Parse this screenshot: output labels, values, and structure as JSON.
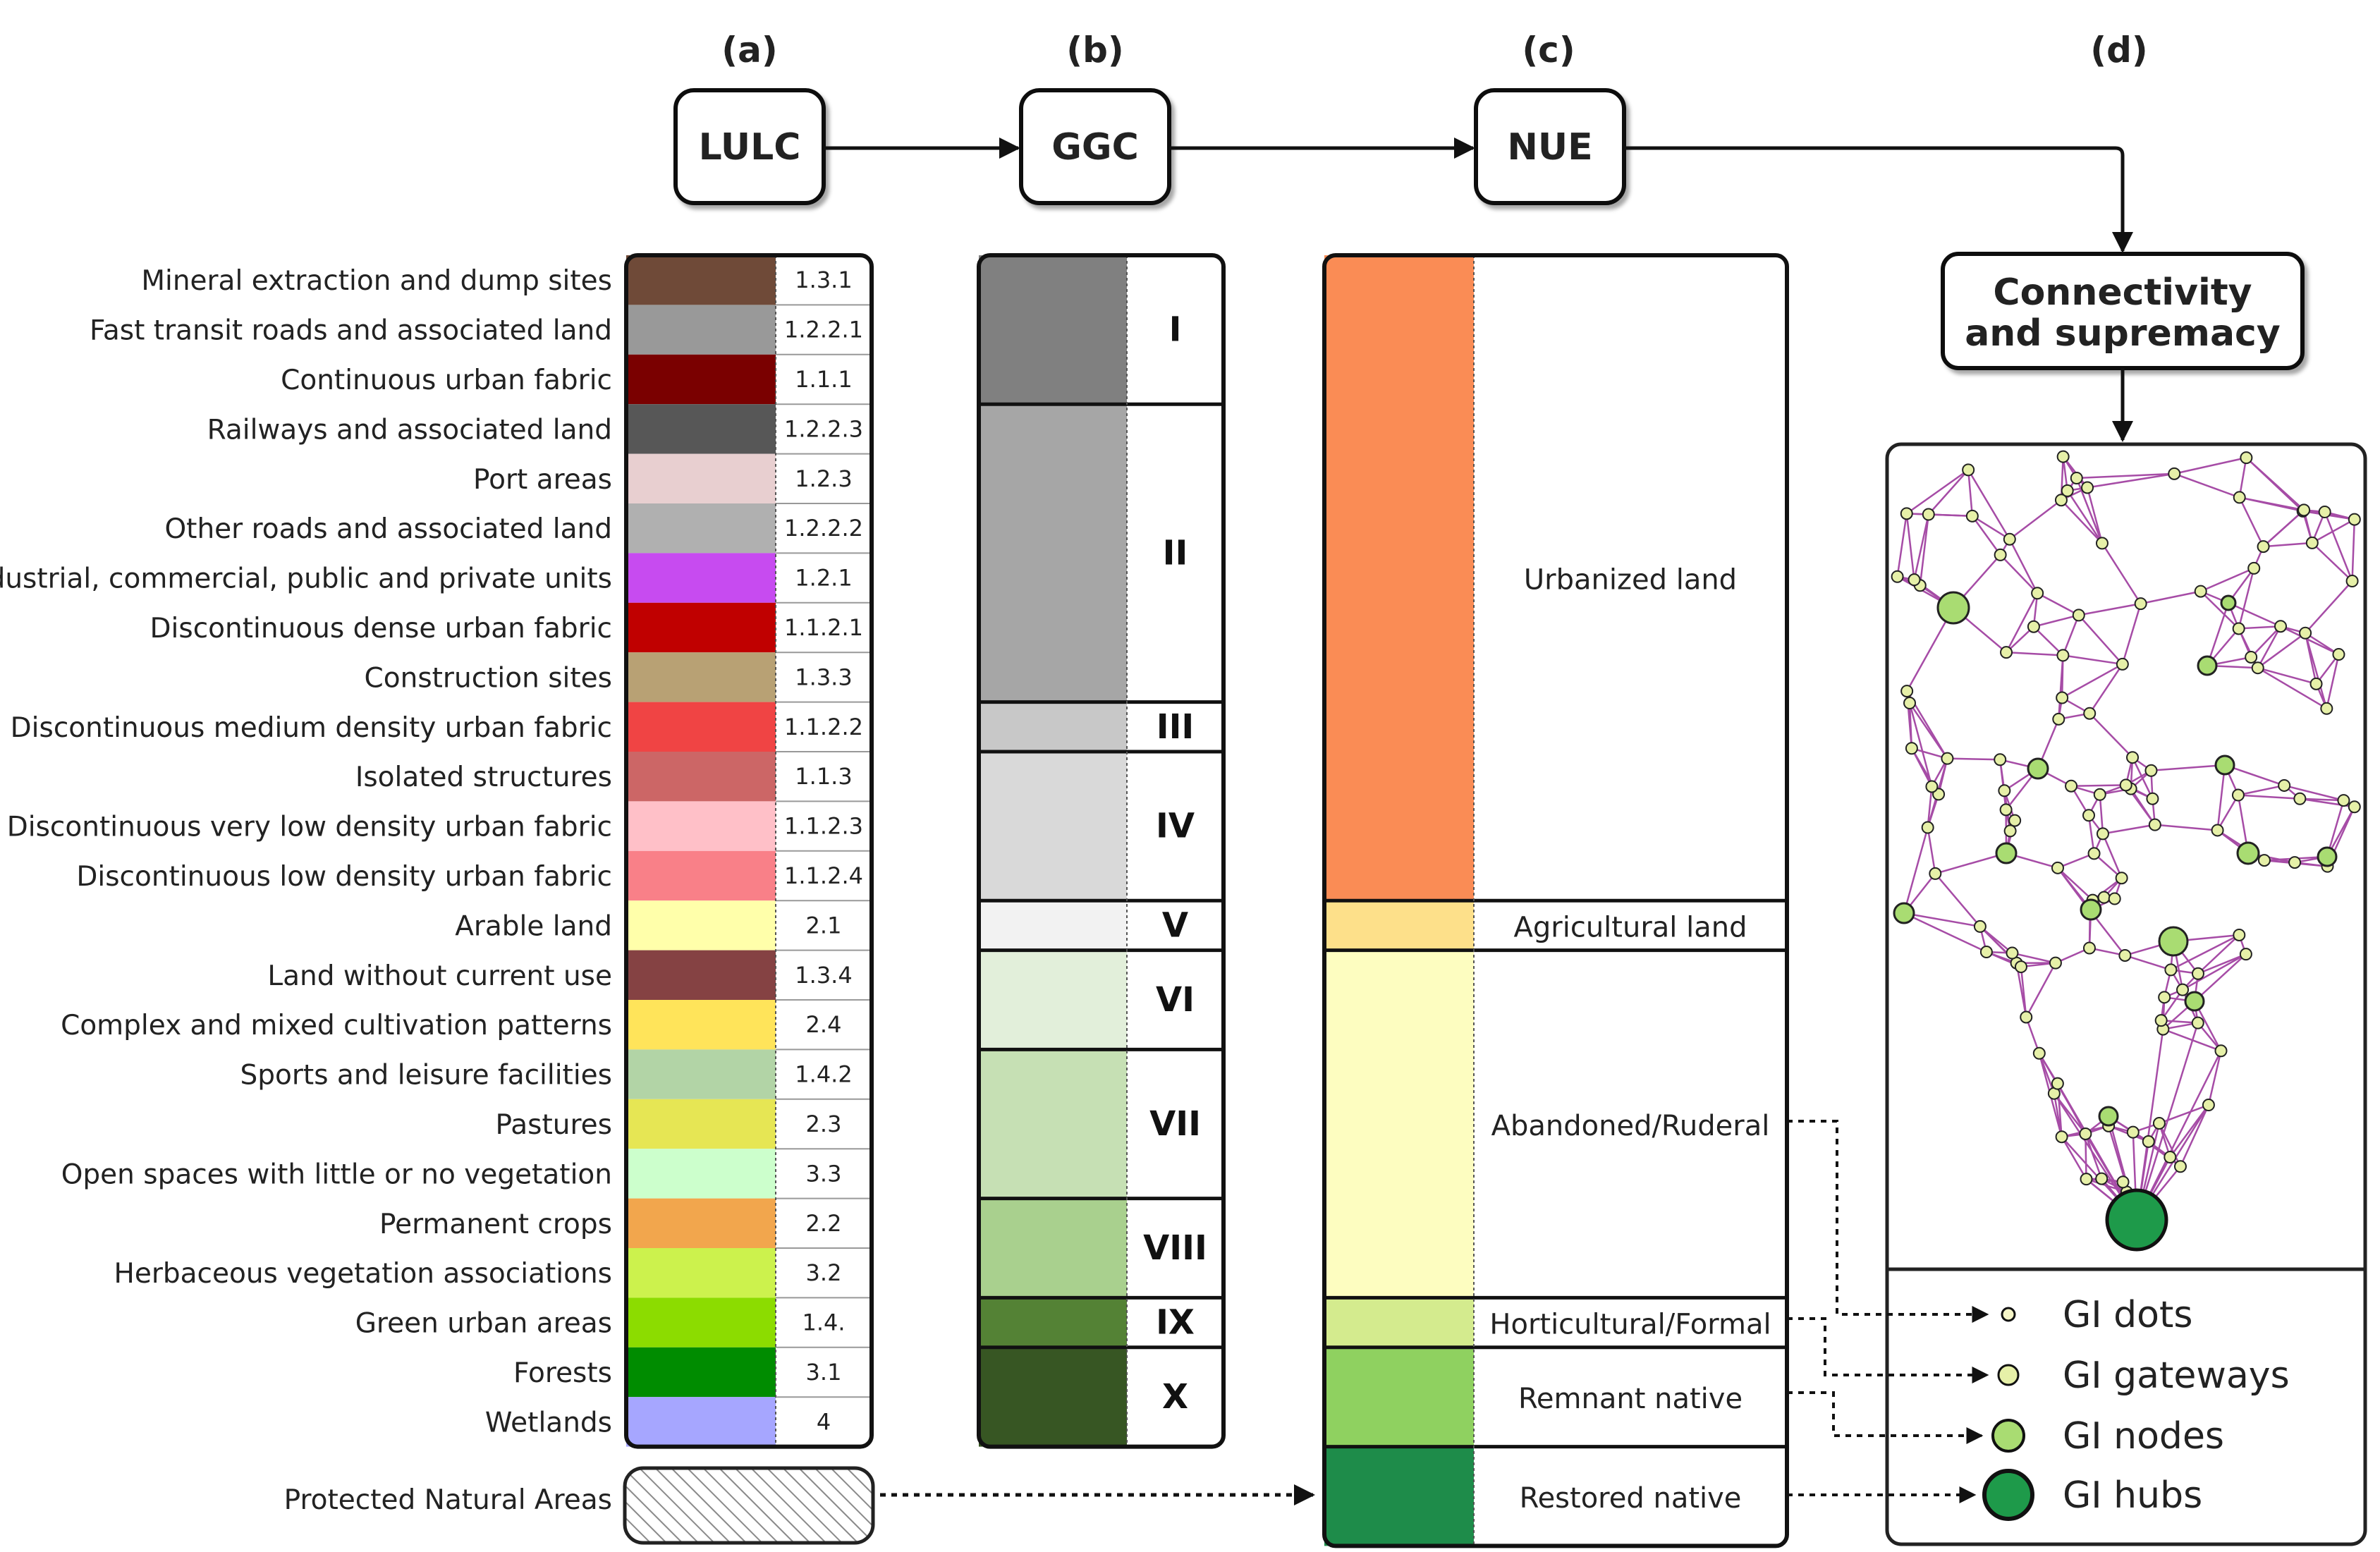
{
  "panels": [
    {
      "letter": "(a)",
      "box": "LULC"
    },
    {
      "letter": "(b)",
      "box": "GGC"
    },
    {
      "letter": "(c)",
      "box": "NUE"
    },
    {
      "letter": "(d)",
      "box": ""
    }
  ],
  "connectivity": {
    "line1": "Connectivity",
    "line2": "and supremacy"
  },
  "lulc_rows": [
    {
      "label": "Mineral extraction and dump sites",
      "code": "1.3.1",
      "color": "#6f4a38"
    },
    {
      "label": "Fast transit roads and associated land",
      "code": "1.2.2.1",
      "color": "#999999"
    },
    {
      "label": "Continuous urban fabric",
      "code": "1.1.1",
      "color": "#7a0000"
    },
    {
      "label": "Railways and associated land",
      "code": "1.2.2.3",
      "color": "#575757"
    },
    {
      "label": "Port areas",
      "code": "1.2.3",
      "color": "#e8cfd0"
    },
    {
      "label": "Other roads and associated land",
      "code": "1.2.2.2",
      "color": "#b0b0b0"
    },
    {
      "label": "Industrial, commercial, public and private units",
      "code": "1.2.1",
      "color": "#c74bf0"
    },
    {
      "label": "Discontinuous dense urban fabric",
      "code": "1.1.2.1",
      "color": "#c00000"
    },
    {
      "label": "Construction sites",
      "code": "1.3.3",
      "color": "#b8a174"
    },
    {
      "label": "Discontinuous medium density urban fabric",
      "code": "1.1.2.2",
      "color": "#f04444"
    },
    {
      "label": "Isolated structures",
      "code": "1.1.3",
      "color": "#cc6666"
    },
    {
      "label": "Discontinuous very low density urban fabric",
      "code": "1.1.2.3",
      "color": "#ffc0c8"
    },
    {
      "label": "Discontinuous low density urban fabric",
      "code": "1.1.2.4",
      "color": "#f98088"
    },
    {
      "label": "Arable land",
      "code": "2.1",
      "color": "#ffffaa"
    },
    {
      "label": "Land without current use",
      "code": "1.3.4",
      "color": "#854243"
    },
    {
      "label": "Complex and mixed cultivation patterns",
      "code": "2.4",
      "color": "#ffe45a"
    },
    {
      "label": "Sports and leisure facilities",
      "code": "1.4.2",
      "color": "#b2d4a6"
    },
    {
      "label": "Pastures",
      "code": "2.3",
      "color": "#e6e654"
    },
    {
      "label": "Open spaces with little or no vegetation",
      "code": "3.3",
      "color": "#ccffcc"
    },
    {
      "label": "Permanent crops",
      "code": "2.2",
      "color": "#f2a64d"
    },
    {
      "label": "Herbaceous vegetation associations",
      "code": "3.2",
      "color": "#ccf24d"
    },
    {
      "label": "Green urban areas",
      "code": "1.4.",
      "color": "#8cdc00"
    },
    {
      "label": "Forests",
      "code": "3.1",
      "color": "#008c00"
    },
    {
      "label": "Wetlands",
      "code": "4",
      "color": "#a6a6ff"
    }
  ],
  "protected": {
    "label": "Protected Natural Areas"
  },
  "ggc_classes": [
    {
      "label": "I",
      "rows": 3,
      "color": "#808080"
    },
    {
      "label": "II",
      "rows": 6,
      "color": "#a6a6a6"
    },
    {
      "label": "III",
      "rows": 1,
      "color": "#c8c8c8"
    },
    {
      "label": "IV",
      "rows": 3,
      "color": "#d9d9d9"
    },
    {
      "label": "V",
      "rows": 1,
      "color": "#f2f2f2"
    },
    {
      "label": "VI",
      "rows": 2,
      "color": "#e2efda"
    },
    {
      "label": "VII",
      "rows": 3,
      "color": "#c6e0b4"
    },
    {
      "label": "VIII",
      "rows": 2,
      "color": "#a9d08e"
    },
    {
      "label": "IX",
      "rows": 1,
      "color": "#548235"
    },
    {
      "label": "X",
      "rows": 2,
      "color": "#375623"
    }
  ],
  "nue_classes": [
    {
      "label": "Urbanized land",
      "rows": 13,
      "color": "#fa8c55"
    },
    {
      "label": "Agricultural land",
      "rows": 1,
      "color": "#fde08a"
    },
    {
      "label": "Abandoned/Ruderal",
      "rows": 7,
      "color": "#fdfdc0"
    },
    {
      "label": "Horticultural/Formal",
      "rows": 1,
      "color": "#d4eb8e"
    },
    {
      "label": "Remnant native",
      "rows": 2,
      "color": "#8fd160"
    },
    {
      "label": "Restored native",
      "rows": 2,
      "color": "#1e8c4a"
    }
  ],
  "legend": [
    {
      "label": "GI dots",
      "color": "#f6f6c8"
    },
    {
      "label": "GI gateways",
      "color": "#e6f0a8"
    },
    {
      "label": "GI nodes",
      "color": "#a9dc72"
    },
    {
      "label": "GI hubs",
      "color": "#1e9a4a"
    }
  ],
  "colors": {
    "network_edges": "#a64ca6",
    "arrow": "#111111"
  }
}
